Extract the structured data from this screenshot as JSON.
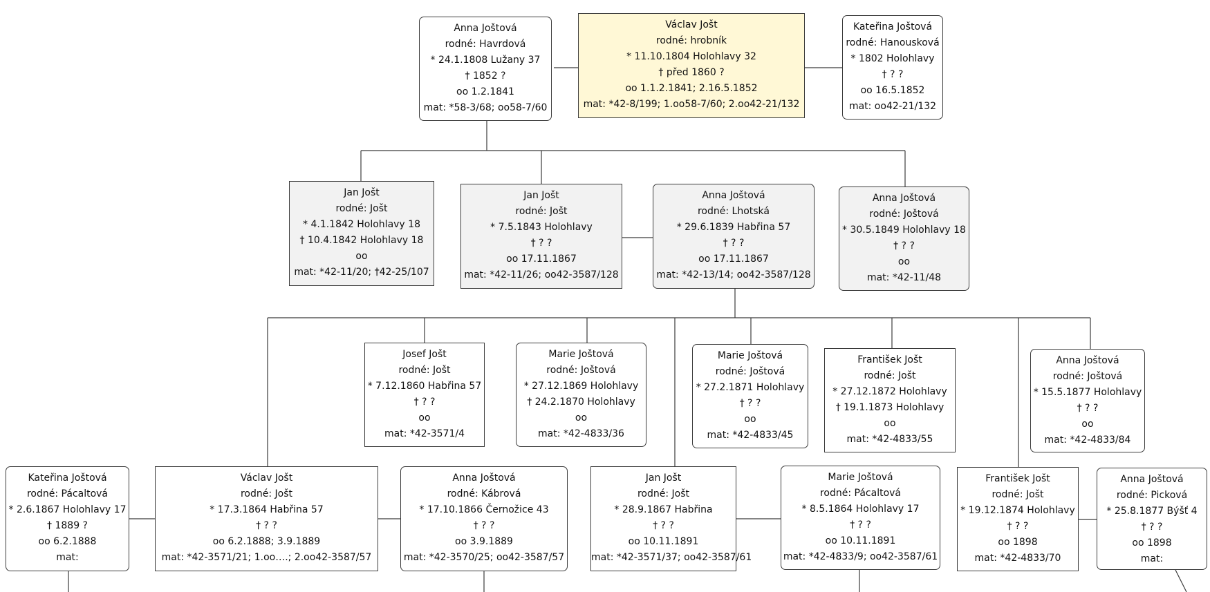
{
  "people": [
    {
      "id": "anna-havrdova",
      "lines": [
        "Anna Joštová",
        "rodné: Havrdová",
        "* 24.1.1808 Lužany 37",
        "† 1852 ?",
        "oo 1.2.1841",
        "mat: *58-3/68; oo58-7/60"
      ]
    },
    {
      "id": "vaclav-jost-root",
      "lines": [
        "Václav Jošt",
        "rodné: hrobník",
        "* 11.10.1804 Holohlavy 32",
        "† před 1860 ?",
        "oo 1.1.2.1841; 2.16.5.1852",
        "mat: *42-8/199; 1.oo58-7/60; 2.oo42-21/132"
      ]
    },
    {
      "id": "katerina-hanouskova",
      "lines": [
        "Kateřina Joštová",
        "rodné: Hanousková",
        "* 1802 Holohlavy",
        "† ? ?",
        "oo 16.5.1852",
        "mat: oo42-21/132"
      ]
    },
    {
      "id": "jan-jost-1842",
      "lines": [
        "Jan Jošt",
        "rodné: Jošt",
        "* 4.1.1842 Holohlavy 18",
        "† 10.4.1842 Holohlavy 18",
        "oo",
        "mat: *42-11/20; †42-25/107"
      ]
    },
    {
      "id": "jan-jost-1843",
      "lines": [
        "Jan Jošt",
        "rodné: Jošt",
        "* 7.5.1843 Holohlavy",
        "† ? ?",
        "oo 17.11.1867",
        "mat: *42-11/26; oo42-3587/128"
      ]
    },
    {
      "id": "anna-lhotska",
      "lines": [
        "Anna Joštová",
        "rodné: Lhotská",
        "* 29.6.1839 Habřina 57",
        "† ? ?",
        "oo 17.11.1867",
        "mat: *42-13/14; oo42-3587/128"
      ]
    },
    {
      "id": "anna-jostova-1849",
      "lines": [
        "Anna Joštová",
        "rodné: Joštová",
        "* 30.5.1849 Holohlavy 18",
        "† ? ?",
        "oo",
        "mat: *42-11/48"
      ]
    },
    {
      "id": "josef-jost-1860",
      "lines": [
        "Josef Jošt",
        "rodné: Jošt",
        "* 7.12.1860 Habřina 57",
        "† ? ?",
        "oo",
        "mat: *42-3571/4"
      ]
    },
    {
      "id": "marie-jostova-1869",
      "lines": [
        "Marie Joštová",
        "rodné: Joštová",
        "* 27.12.1869 Holohlavy",
        "† 24.2.1870 Holohlavy",
        "oo",
        "mat: *42-4833/36"
      ]
    },
    {
      "id": "marie-jostova-1871",
      "lines": [
        "Marie Joštová",
        "rodné: Joštová",
        "* 27.2.1871 Holohlavy",
        "† ? ?",
        "oo",
        "mat: *42-4833/45"
      ]
    },
    {
      "id": "frantisek-jost-1872",
      "lines": [
        "František Jošt",
        "rodné: Jošt",
        "* 27.12.1872 Holohlavy",
        "† 19.1.1873 Holohlavy",
        "oo",
        "mat: *42-4833/55"
      ]
    },
    {
      "id": "anna-jostova-1877",
      "lines": [
        "Anna Joštová",
        "rodné: Joštová",
        "* 15.5.1877 Holohlavy",
        "† ? ?",
        "oo",
        "mat: *42-4833/84"
      ]
    },
    {
      "id": "katerina-pacaltova",
      "lines": [
        "Kateřina Joštová",
        "rodné: Pácaltová",
        "* 2.6.1867 Holohlavy 17",
        "† 1889 ?",
        "oo 6.2.1888",
        "mat:"
      ]
    },
    {
      "id": "vaclav-jost-1864",
      "lines": [
        "Václav Jošt",
        "rodné: Jošt",
        "* 17.3.1864 Habřina 57",
        "† ? ?",
        "oo 6.2.1888; 3.9.1889",
        "mat: *42-3571/21; 1.oo….; 2.oo42-3587/57"
      ]
    },
    {
      "id": "anna-kabrova",
      "lines": [
        "Anna Joštová",
        "rodné: Kábrová",
        "* 17.10.1866 Černožice 43",
        "† ? ?",
        "oo 3.9.1889",
        "mat: *42-3570/25; oo42-3587/57"
      ]
    },
    {
      "id": "jan-jost-1867",
      "lines": [
        "Jan Jošt",
        "rodné: Jošt",
        "* 28.9.1867 Habřina",
        "† ? ?",
        "oo 10.11.1891",
        "mat: *42-3571/37; oo42-3587/61"
      ]
    },
    {
      "id": "marie-pacaltova",
      "lines": [
        "Marie  Joštová",
        "rodné: Pácaltová",
        "* 8.5.1864 Holohlavy 17",
        "† ? ?",
        "oo 10.11.1891",
        "mat: *42-4833/9; oo42-3587/61"
      ]
    },
    {
      "id": "frantisek-jost-1874",
      "lines": [
        "František Jošt",
        "rodné: Jošt",
        "* 19.12.1874 Holohlavy",
        "† ? ?",
        "oo 1898",
        "mat: *42-4833/70"
      ]
    },
    {
      "id": "anna-pickova",
      "lines": [
        "Anna Joštová",
        "rodné: Picková",
        "* 25.8.1877 Býšť 4",
        "† ? ?",
        "oo 1898",
        "mat:"
      ]
    }
  ]
}
